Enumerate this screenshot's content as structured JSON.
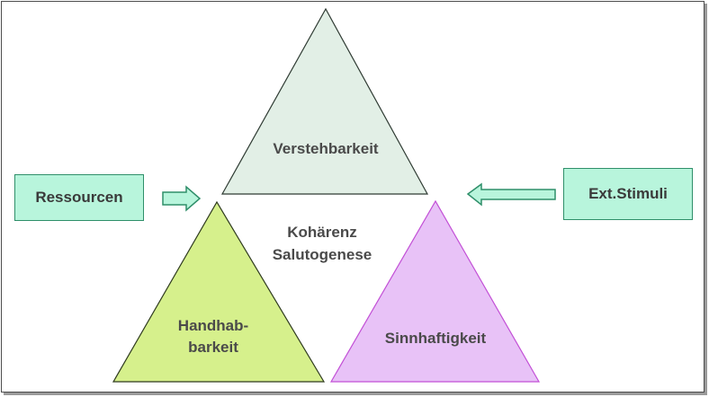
{
  "diagram": {
    "top_triangle": {
      "label": "Verstehbarkeit",
      "fill": "#e2efe6",
      "stroke": "#2f3b33"
    },
    "left_triangle": {
      "label_line1": "Handhab-",
      "label_line2": "barkeit",
      "fill": "#d6f08c",
      "stroke": "#2f3b1f"
    },
    "right_triangle": {
      "label": "Sinnhaftigkeit",
      "fill": "#e8c2f7",
      "stroke": "#c24fd6"
    },
    "center": {
      "line1": "Kohärenz",
      "line2": "Salutogenese"
    },
    "left_box": {
      "label": "Ressourcen"
    },
    "right_box": {
      "label": "Ext.Stimuli"
    },
    "box_fill": "#b8f5dc",
    "box_border": "#2f8f6a",
    "arrow_fill": "#b8f5dc",
    "arrow_stroke": "#2f8f6a"
  }
}
